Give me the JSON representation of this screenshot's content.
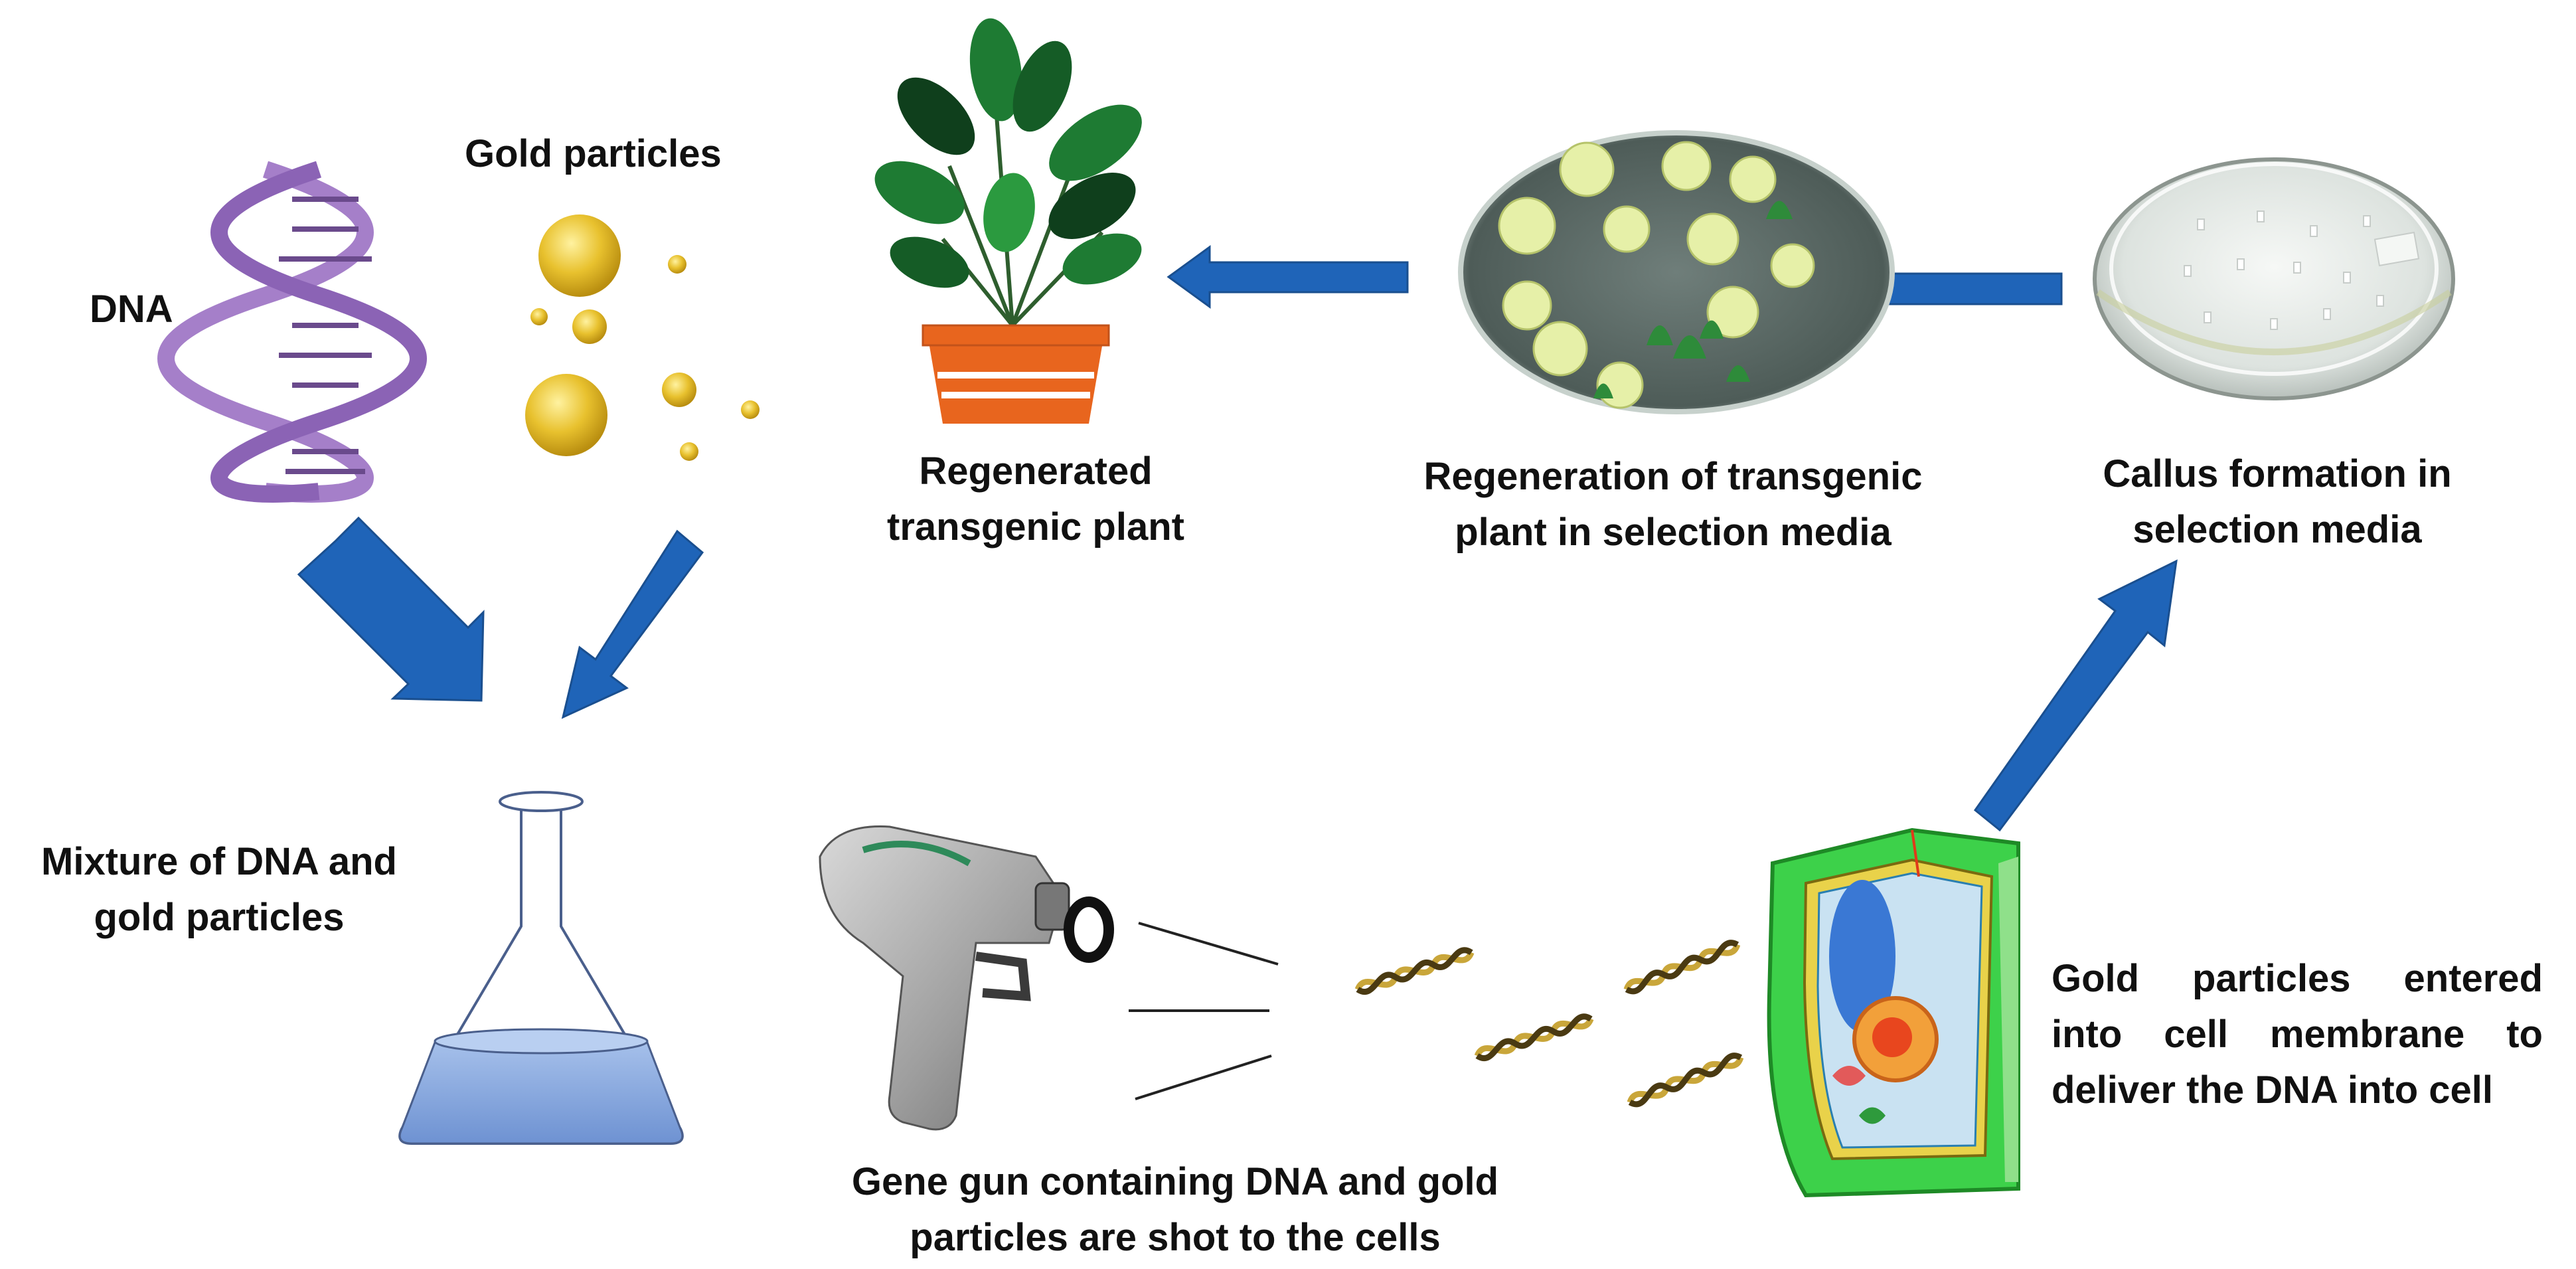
{
  "labels": {
    "dna": "DNA",
    "gold_particles": "Gold particles",
    "mixture": [
      "Mixture of DNA and",
      "gold particles"
    ],
    "gene_gun": [
      "Gene gun containing DNA and gold",
      "particles are shot to the cells"
    ],
    "cell_entry": [
      "Gold particles entered",
      "into cell membrane to",
      "deliver the DNA into cell"
    ],
    "callus": [
      "Callus formation in",
      "selection media"
    ],
    "regeneration": [
      "Regeneration of transgenic",
      "plant in selection media"
    ],
    "regenerated_plant": [
      "Regenerated",
      "transgenic plant"
    ]
  },
  "colors": {
    "arrow_blue": "#1F64B8",
    "arrow_dark": "#1A4F8F",
    "dna_purple": "#A57FC9",
    "gold": "#E8C12E",
    "liquid_blue": "#8EAEE0",
    "pot_orange": "#E8651E",
    "leaf_green": "#1E7B33",
    "cell_green": "#3DD14A"
  },
  "icons": [
    "dna-helix-icon",
    "gold-particles-icon",
    "flask-icon",
    "gene-gun-icon",
    "dna-strand-icon",
    "plant-cell-icon",
    "petri-dish-callus-icon",
    "petri-dish-regeneration-icon",
    "potted-plant-icon"
  ]
}
